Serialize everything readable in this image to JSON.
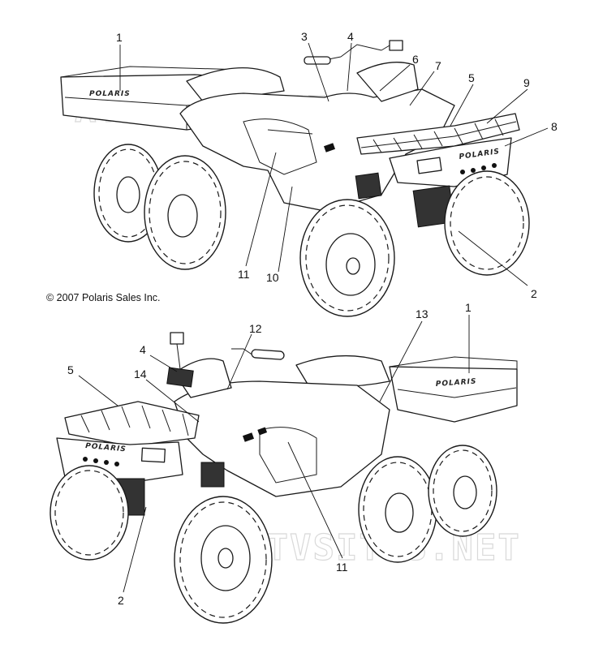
{
  "copyright": "© 2007 Polaris Sales Inc.",
  "brand": "POLARIS",
  "watermark": "ATVSITES.NET",
  "callouts": [
    {
      "num": "1"
    },
    {
      "num": "3"
    },
    {
      "num": "4"
    },
    {
      "num": "6"
    },
    {
      "num": "7"
    },
    {
      "num": "5"
    },
    {
      "num": "9"
    },
    {
      "num": "8"
    },
    {
      "num": "11"
    },
    {
      "num": "10"
    },
    {
      "num": "2"
    },
    {
      "num": "13"
    },
    {
      "num": "1"
    },
    {
      "num": "12"
    },
    {
      "num": "4"
    },
    {
      "num": "5"
    },
    {
      "num": "14"
    },
    {
      "num": "11"
    },
    {
      "num": "2"
    }
  ]
}
